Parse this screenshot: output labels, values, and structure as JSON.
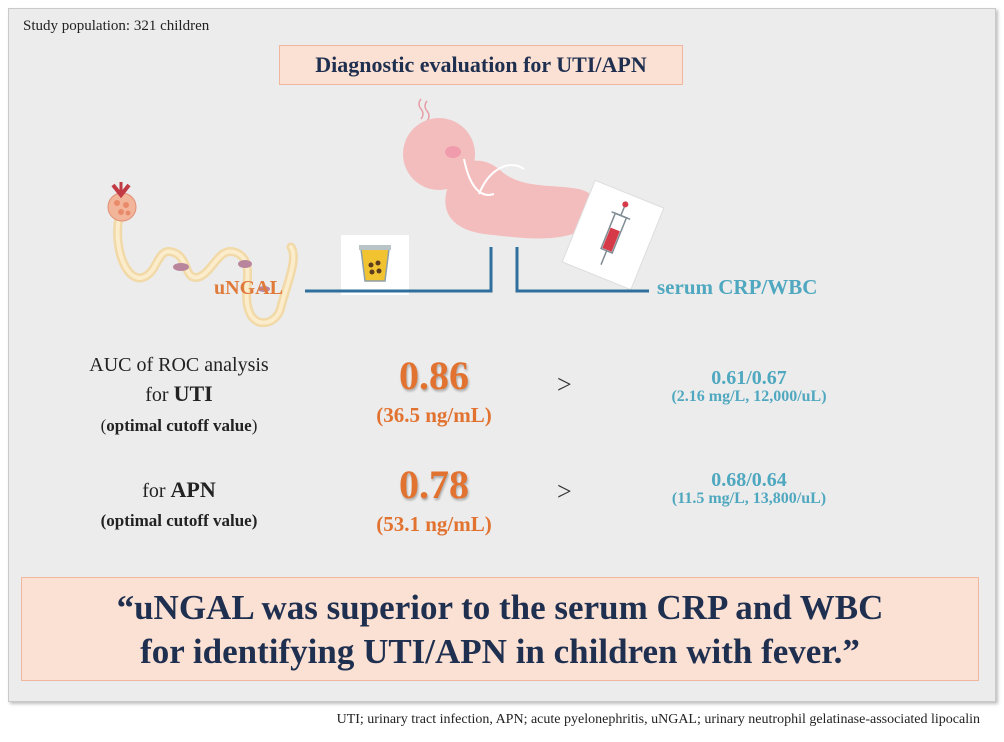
{
  "study_population": "Study population: 321 children",
  "title": "Diagnostic evaluation for UTI/APN",
  "ungal_label": "uNGAL",
  "serum_label": "serum CRP/WBC",
  "uti": {
    "label_line1": "AUC of ROC analysis",
    "label_prefix": "for",
    "label_strong": "UTI",
    "label_cutoff": "optimal cutoff value",
    "auc": "0.86",
    "cutoff": "(36.5 ng/mL)",
    "comparator": ">",
    "serum_auc": "0.61/0.67",
    "serum_cutoff": "(2.16 mg/L, 12,000/uL)"
  },
  "apn": {
    "label_prefix": "for",
    "label_strong": "APN",
    "label_cutoff": "(optimal cutoff value)",
    "auc": "0.78",
    "cutoff": "(53.1 ng/mL)",
    "comparator": ">",
    "serum_auc": "0.68/0.64",
    "serum_cutoff": "(11.5 mg/L, 13,800/uL)"
  },
  "conclusion_line1": "“uNGAL was superior to the serum CRP and WBC",
  "conclusion_line2": "for identifying UTI/APN in children with fever.”",
  "footnote": "UTI; urinary tract infection, APN; acute pyelonephritis, uNGAL; urinary neutrophil gelatinase-associated lipocalin",
  "colors": {
    "accent_orange": "#e2722f",
    "accent_teal": "#4fa8bf",
    "highlight_bg": "#fbe0d4",
    "title_text": "#1f2f4f"
  },
  "icons": [
    "kidney-icon",
    "urine-cup-icon",
    "baby-icon",
    "syringe-icon"
  ]
}
